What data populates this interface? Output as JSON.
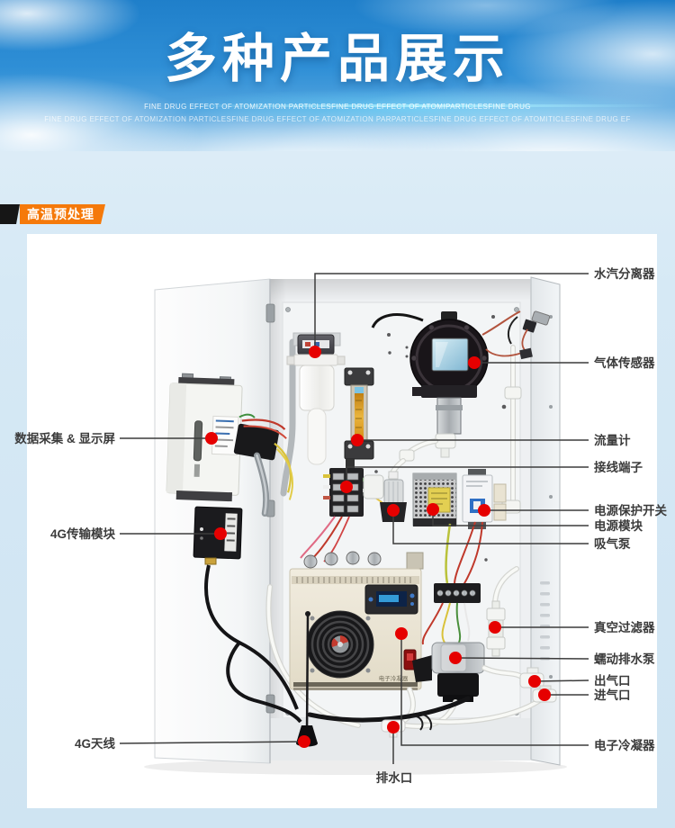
{
  "header": {
    "title": "多种产品展示",
    "subtitle_line1": "FINE DRUG EFFECT OF ATOMIZATION PARTICLESFINE DRUG EFFECT OF ATOMIPARTICLESFINE DRUG",
    "subtitle_line2": "FINE DRUG EFFECT OF ATOMIZATION PARTICLESFINE DRUG EFFECT OF ATOMIZATION PARPARTICLESFINE DRUG EFFECT OF ATOMITICLESFINE DRUG EF",
    "background_color": "#2f8fd6"
  },
  "section": {
    "tag_label": "高温预处理",
    "tag_color": "#f5790a"
  },
  "figure": {
    "callout_dot_color": "#e60000",
    "condenser_text": "电子冷凝器",
    "callouts": [
      {
        "id": "water-separator",
        "label": "水汽分离器"
      },
      {
        "id": "gas-sensor",
        "label": "气体传感器"
      },
      {
        "id": "flow-meter",
        "label": "流量计"
      },
      {
        "id": "terminal-block",
        "label": "接线端子"
      },
      {
        "id": "power-protection-switch",
        "label": "电源保护开关"
      },
      {
        "id": "power-module",
        "label": "电源模块"
      },
      {
        "id": "suction-pump",
        "label": "吸气泵"
      },
      {
        "id": "vacuum-filter",
        "label": "真空过滤器"
      },
      {
        "id": "peristaltic-drain-pump",
        "label": "蠕动排水泵"
      },
      {
        "id": "air-outlet",
        "label": "出气口"
      },
      {
        "id": "air-inlet",
        "label": "进气口"
      },
      {
        "id": "electronic-condenser",
        "label": "电子冷凝器"
      },
      {
        "id": "data-display",
        "label": "数据采集 & 显示屏"
      },
      {
        "id": "4g-module",
        "label": "4G传输模块"
      },
      {
        "id": "4g-antenna",
        "label": "4G天线"
      },
      {
        "id": "drain-outlet",
        "label": "排水口"
      }
    ]
  }
}
